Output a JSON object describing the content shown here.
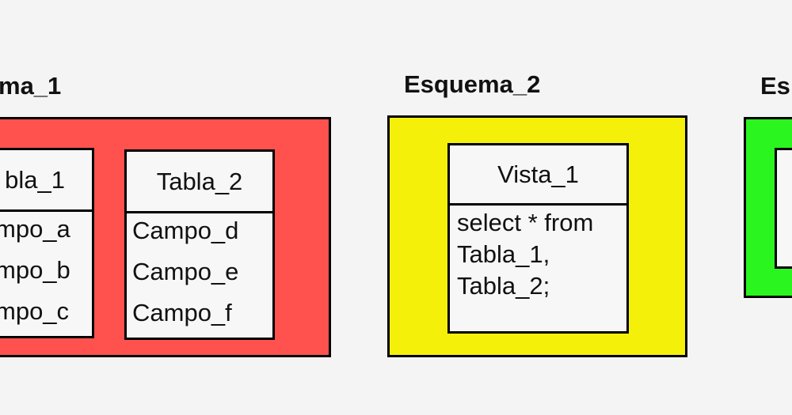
{
  "colors": {
    "background": "#f4f4f4",
    "schema_1_fill": "#ff524f",
    "schema_2_fill": "#f5f00a",
    "schema_3_fill": "#2bf51f",
    "entity_fill": "#f7f7f7",
    "border": "#000000"
  },
  "schema_1": {
    "title": "ma_1",
    "tables": [
      {
        "name": "bla_1",
        "fields": [
          "mpo_a",
          "mpo_b",
          "mpo_c"
        ]
      },
      {
        "name": "Tabla_2",
        "fields": [
          "Campo_d",
          "Campo_e",
          "Campo_f"
        ]
      }
    ]
  },
  "schema_2": {
    "title": "Esquema_2",
    "view": {
      "name": "Vista_1",
      "query_lines": [
        "select * from",
        "Tabla_1,",
        "Tabla_2;"
      ]
    }
  },
  "schema_3": {
    "title": "Es"
  }
}
